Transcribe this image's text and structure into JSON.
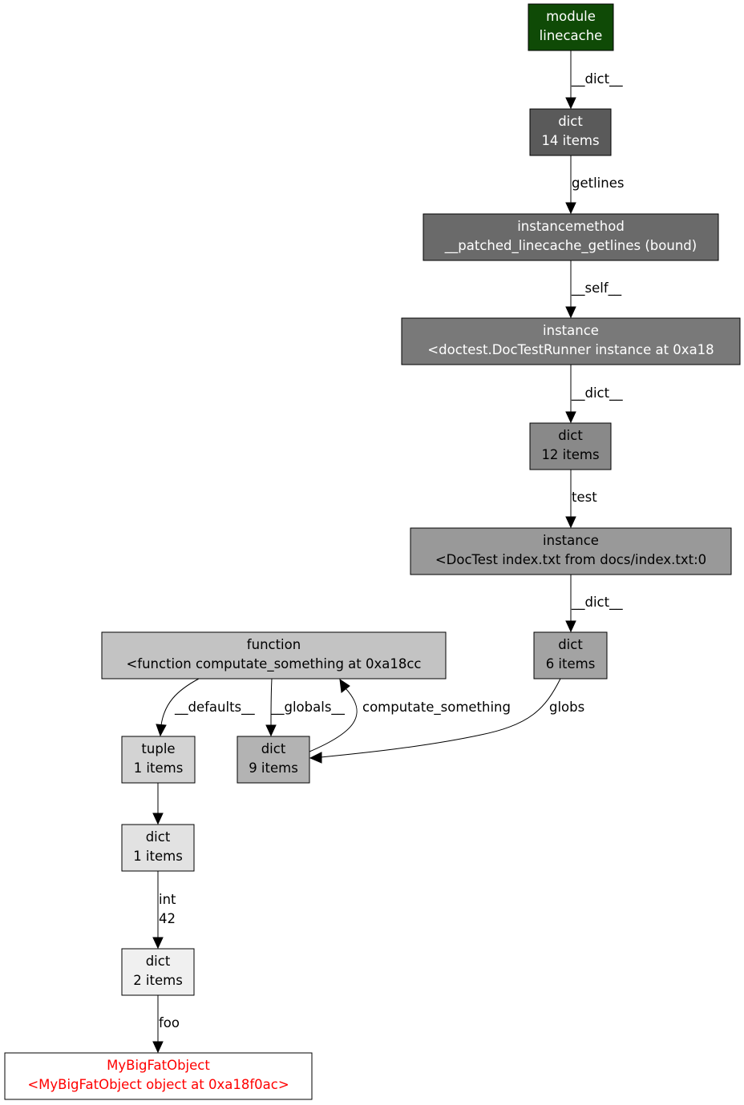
{
  "graph": {
    "title": "Object reference graph",
    "nodes": [
      {
        "id": "module_linecache",
        "lines": [
          "module",
          "linecache"
        ],
        "fill": "#0f4a06",
        "text_color": "#ffffff"
      },
      {
        "id": "dict_14",
        "lines": [
          "dict",
          "14 items"
        ],
        "fill": "#5a5a5a",
        "text_color": "#ffffff"
      },
      {
        "id": "instancemethod",
        "lines": [
          "instancemethod",
          "__patched_linecache_getlines (bound)"
        ],
        "fill": "#6a6a6a",
        "text_color": "#ffffff"
      },
      {
        "id": "instance_runner",
        "lines": [
          "instance",
          "<doctest.DocTestRunner instance at 0xa18"
        ],
        "fill": "#797979",
        "text_color": "#ffffff"
      },
      {
        "id": "dict_12",
        "lines": [
          "dict",
          "12 items"
        ],
        "fill": "#898989",
        "text_color": "#000000"
      },
      {
        "id": "instance_doctest",
        "lines": [
          "instance",
          "<DocTest index.txt from docs/index.txt:0"
        ],
        "fill": "#999999",
        "text_color": "#000000"
      },
      {
        "id": "dict_6",
        "lines": [
          "dict",
          "6 items"
        ],
        "fill": "#a3a3a3",
        "text_color": "#000000"
      },
      {
        "id": "function",
        "lines": [
          "function",
          "<function computate_something at 0xa18cc"
        ],
        "fill": "#c3c3c3",
        "text_color": "#000000"
      },
      {
        "id": "tuple_1",
        "lines": [
          "tuple",
          "1 items"
        ],
        "fill": "#d3d3d3",
        "text_color": "#000000"
      },
      {
        "id": "dict_9",
        "lines": [
          "dict",
          "9 items"
        ],
        "fill": "#b3b3b3",
        "text_color": "#000000"
      },
      {
        "id": "dict_1",
        "lines": [
          "dict",
          "1 items"
        ],
        "fill": "#e2e2e2",
        "text_color": "#000000"
      },
      {
        "id": "dict_2",
        "lines": [
          "dict",
          "2 items"
        ],
        "fill": "#f0f0f0",
        "text_color": "#000000"
      },
      {
        "id": "mybigfatobject",
        "lines": [
          "MyBigFatObject",
          "<MyBigFatObject object at 0xa18f0ac>"
        ],
        "fill": "#ffffff",
        "text_color": "#ff0000"
      }
    ],
    "edges": [
      {
        "from": "module_linecache",
        "to": "dict_14",
        "label": [
          "__dict__"
        ]
      },
      {
        "from": "dict_14",
        "to": "instancemethod",
        "label": [
          "getlines"
        ]
      },
      {
        "from": "instancemethod",
        "to": "instance_runner",
        "label": [
          "__self__"
        ]
      },
      {
        "from": "instance_runner",
        "to": "dict_12",
        "label": [
          "__dict__"
        ]
      },
      {
        "from": "dict_12",
        "to": "instance_doctest",
        "label": [
          "test"
        ]
      },
      {
        "from": "instance_doctest",
        "to": "dict_6",
        "label": [
          "__dict__"
        ]
      },
      {
        "from": "function",
        "to": "tuple_1",
        "label": [
          "__defaults__"
        ]
      },
      {
        "from": "function",
        "to": "dict_9",
        "label": [
          "__globals__"
        ]
      },
      {
        "from": "dict_9",
        "to": "function",
        "label": [
          "computate_something"
        ]
      },
      {
        "from": "dict_6",
        "to": "dict_9",
        "label": [
          "globs"
        ]
      },
      {
        "from": "tuple_1",
        "to": "dict_1",
        "label": []
      },
      {
        "from": "dict_1",
        "to": "dict_2",
        "label": [
          "int",
          "42"
        ]
      },
      {
        "from": "dict_2",
        "to": "mybigfatobject",
        "label": [
          "foo"
        ]
      }
    ]
  }
}
